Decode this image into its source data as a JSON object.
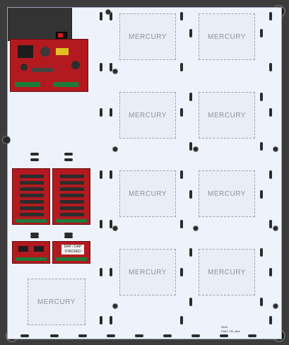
{
  "slot_label": "MERCURY",
  "board_label_line1": "DAP / DAP",
  "board_label_line2": "STACKED",
  "footer_line1": "SAVE",
  "footer_line2": "PAB2-PB_8mm"
}
